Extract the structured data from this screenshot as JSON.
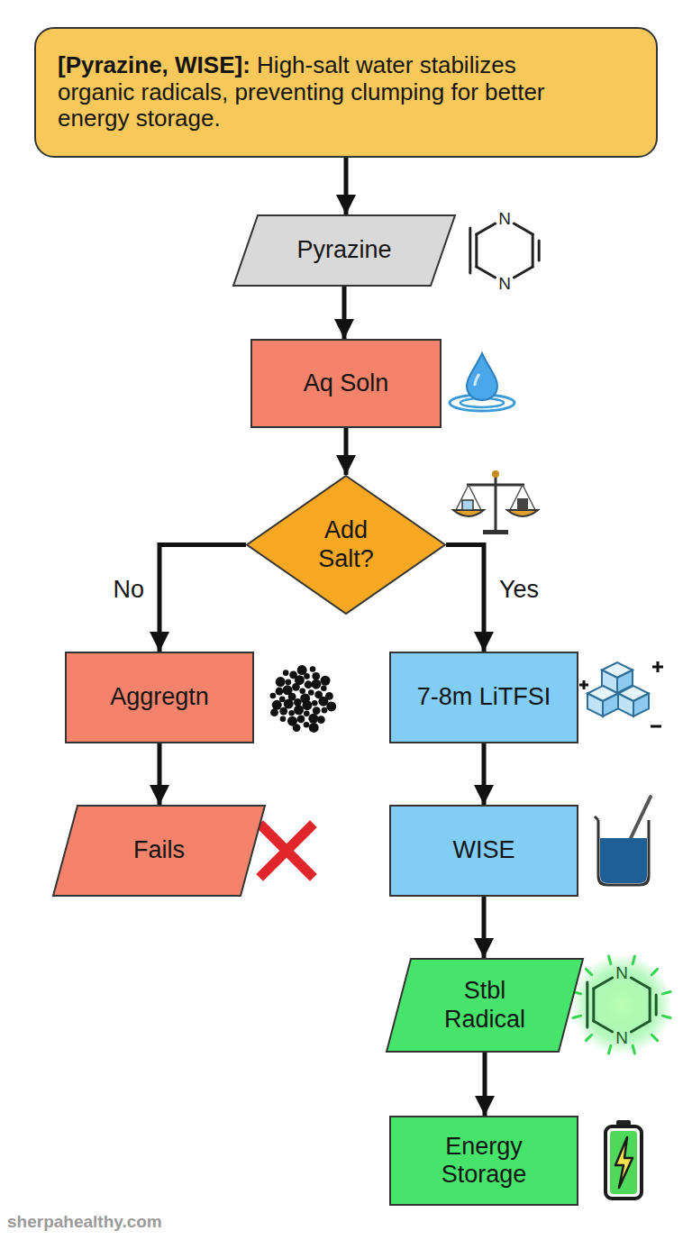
{
  "diagram": {
    "nodes": [
      {
        "text": [
          "[Pyrazine, WISE]:",
          "High-salt water stabilizes organic radicals, preventing clumping for better energy storage."
        ]
      },
      {
        "text": [
          "Pyrazine"
        ]
      },
      {
        "text": [
          "Aq Soln"
        ]
      },
      {
        "text": [
          "Add Salt?"
        ]
      },
      {
        "text": [
          "Aggregtn"
        ]
      },
      {
        "text": [
          "Fails"
        ]
      },
      {
        "text": [
          "7-8m LiTFSI"
        ]
      },
      {
        "text": [
          "WISE"
        ]
      },
      {
        "text": [
          "Stbl Radical"
        ]
      },
      {
        "text": [
          "Energy Storage"
        ]
      }
    ],
    "edges": [
      {
        "from": 0,
        "to": 1,
        "arrow": "to"
      },
      {
        "from": 1,
        "to": 2,
        "arrow": "to"
      },
      {
        "from": 2,
        "to": 3,
        "arrow": "to"
      },
      {
        "from": 3,
        "to": 4,
        "label": "No",
        "arrow": "to"
      },
      {
        "from": 3,
        "to": 6,
        "label": "Yes",
        "arrow": "to"
      },
      {
        "from": 4,
        "to": 5,
        "arrow": "to"
      },
      {
        "from": 6,
        "to": 7,
        "arrow": "to"
      },
      {
        "from": 7,
        "to": 8,
        "arrow": "to"
      },
      {
        "from": 8,
        "to": 9,
        "arrow": "to"
      }
    ],
    "labels": [
      "N",
      "N",
      "N",
      "N",
      "sherpahealthy.com"
    ]
  }
}
